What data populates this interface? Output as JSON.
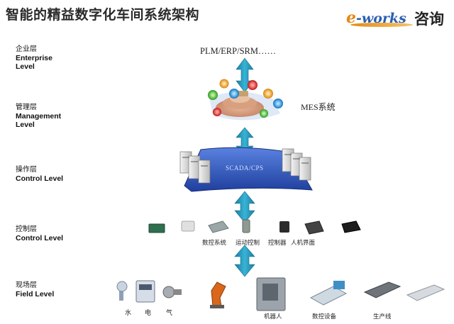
{
  "title": "智能的精益数字化车间系统架构",
  "logo": {
    "brand_e": "e",
    "brand_rest": "-works",
    "cn": "咨询"
  },
  "levels": [
    {
      "cn": "企业层",
      "en1": "Enterprise",
      "en2": "Level"
    },
    {
      "cn": "管理层",
      "en1": "Management",
      "en2": "Level"
    },
    {
      "cn": "操作层",
      "en1": "Control Level"
    },
    {
      "cn": "控制层",
      "en1": "Control Level"
    },
    {
      "cn": "现场层",
      "en1": "Field Level"
    }
  ],
  "enterprise": {
    "systems": "PLM/ERP/SRM……"
  },
  "management": {
    "mes": "MES系统"
  },
  "operation": {
    "scada": "SCADA/CPS"
  },
  "control": {
    "labels": [
      "数控系统",
      "运动控制",
      "控制器",
      "人机界面"
    ]
  },
  "field": {
    "labels": [
      "水",
      "电",
      "气",
      "机器人",
      "数控设备",
      "生产线"
    ]
  },
  "colors": {
    "arrow": "#1f8fb0",
    "scada": "#2a4fb8",
    "accent_orange": "#e38a16",
    "brand_blue": "#2b5fb0"
  }
}
